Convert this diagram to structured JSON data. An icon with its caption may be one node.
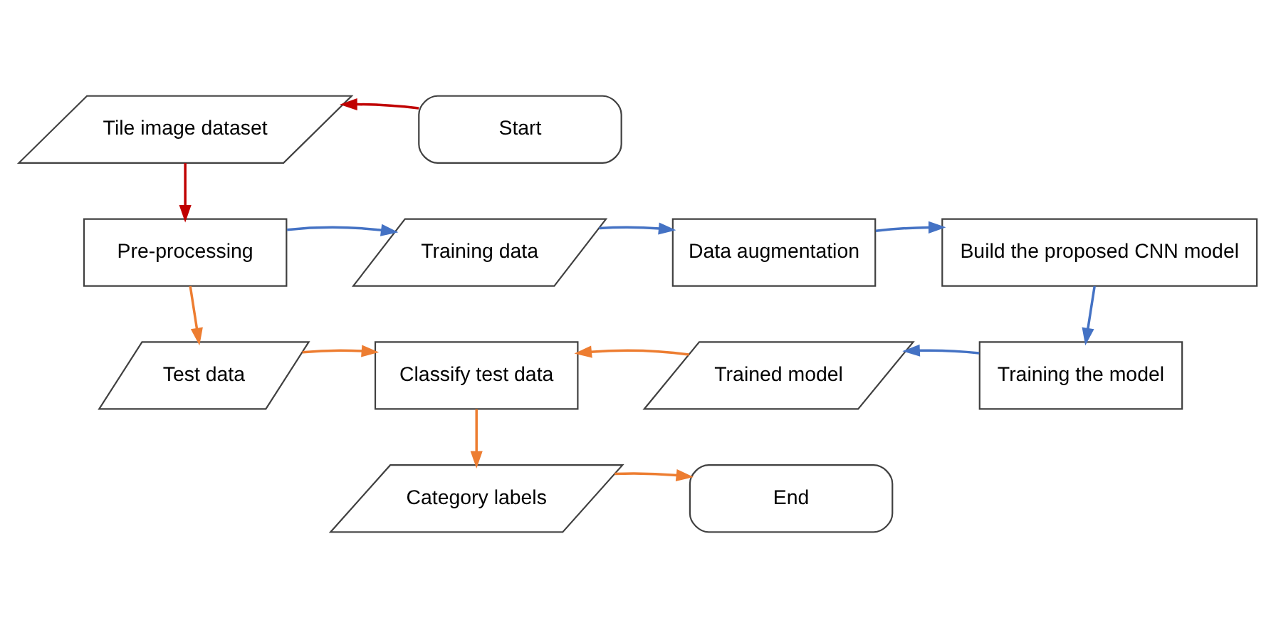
{
  "diagram": {
    "nodes": [
      {
        "text": [
          "Tile image dataset"
        ]
      },
      {
        "text": [
          "Start"
        ]
      },
      {
        "text": [
          "Pre-processing"
        ]
      },
      {
        "text": [
          "Training data"
        ]
      },
      {
        "text": [
          "Data augmentation"
        ]
      },
      {
        "text": [
          "Build the proposed CNN model"
        ]
      },
      {
        "text": [
          "Test data"
        ]
      },
      {
        "text": [
          "Classify test data"
        ]
      },
      {
        "text": [
          "Trained model"
        ]
      },
      {
        "text": [
          "Training the model"
        ]
      },
      {
        "text": [
          "End"
        ]
      },
      {
        "text": [
          "Category labels"
        ]
      }
    ],
    "edges": [
      {
        "from": 1,
        "to": 0,
        "arrow": "to",
        "color": "#c00000"
      },
      {
        "from": 0,
        "to": 2,
        "arrow": "to",
        "color": "#c00000"
      },
      {
        "from": 2,
        "to": 3,
        "arrow": "to",
        "color": "#4472c4"
      },
      {
        "from": 3,
        "to": 4,
        "arrow": "to",
        "color": "#4472c4"
      },
      {
        "from": 4,
        "to": 5,
        "arrow": "to",
        "color": "#4472c4"
      },
      {
        "from": 5,
        "to": 9,
        "arrow": "to",
        "color": "#4472c4"
      },
      {
        "from": 9,
        "to": 8,
        "arrow": "to",
        "color": "#4472c4"
      },
      {
        "from": 8,
        "to": 7,
        "arrow": "to",
        "color": "#ed7d31"
      },
      {
        "from": 2,
        "to": 6,
        "arrow": "to",
        "color": "#ed7d31"
      },
      {
        "from": 6,
        "to": 7,
        "arrow": "to",
        "color": "#ed7d31"
      },
      {
        "from": 7,
        "to": 11,
        "arrow": "to",
        "color": "#ed7d31"
      },
      {
        "from": 11,
        "to": 10,
        "arrow": "to",
        "color": "#ed7d31"
      }
    ]
  }
}
